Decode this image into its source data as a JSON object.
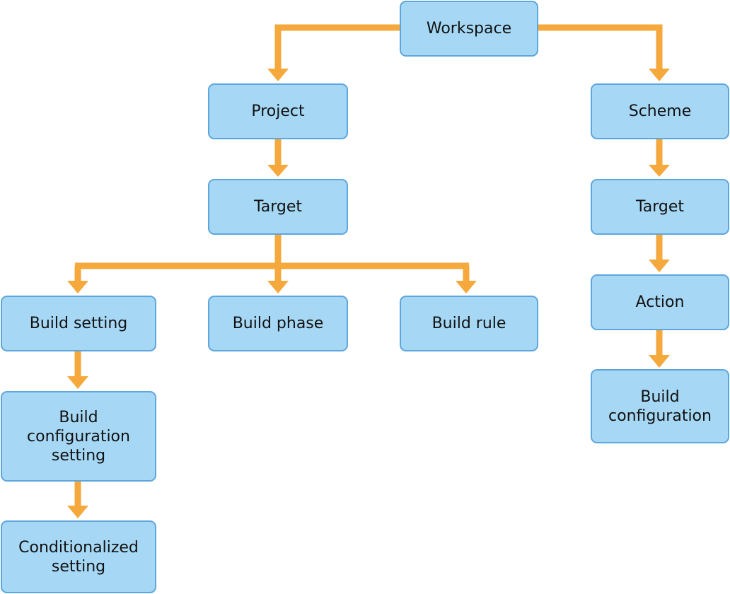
{
  "colors": {
    "node_fill": "#a6d8f5",
    "node_border": "#5ea6de",
    "connector": "#f5a83c"
  },
  "nodes": {
    "workspace": "Workspace",
    "project": "Project",
    "project_target": "Target",
    "build_setting": "Build setting",
    "build_phase": "Build phase",
    "build_rule": "Build rule",
    "build_configuration_setting": "Build\nconfiguration\nsetting",
    "conditionalized_setting": "Conditionalized\nsetting",
    "scheme": "Scheme",
    "scheme_target": "Target",
    "action": "Action",
    "build_configuration": "Build\nconfiguration"
  }
}
